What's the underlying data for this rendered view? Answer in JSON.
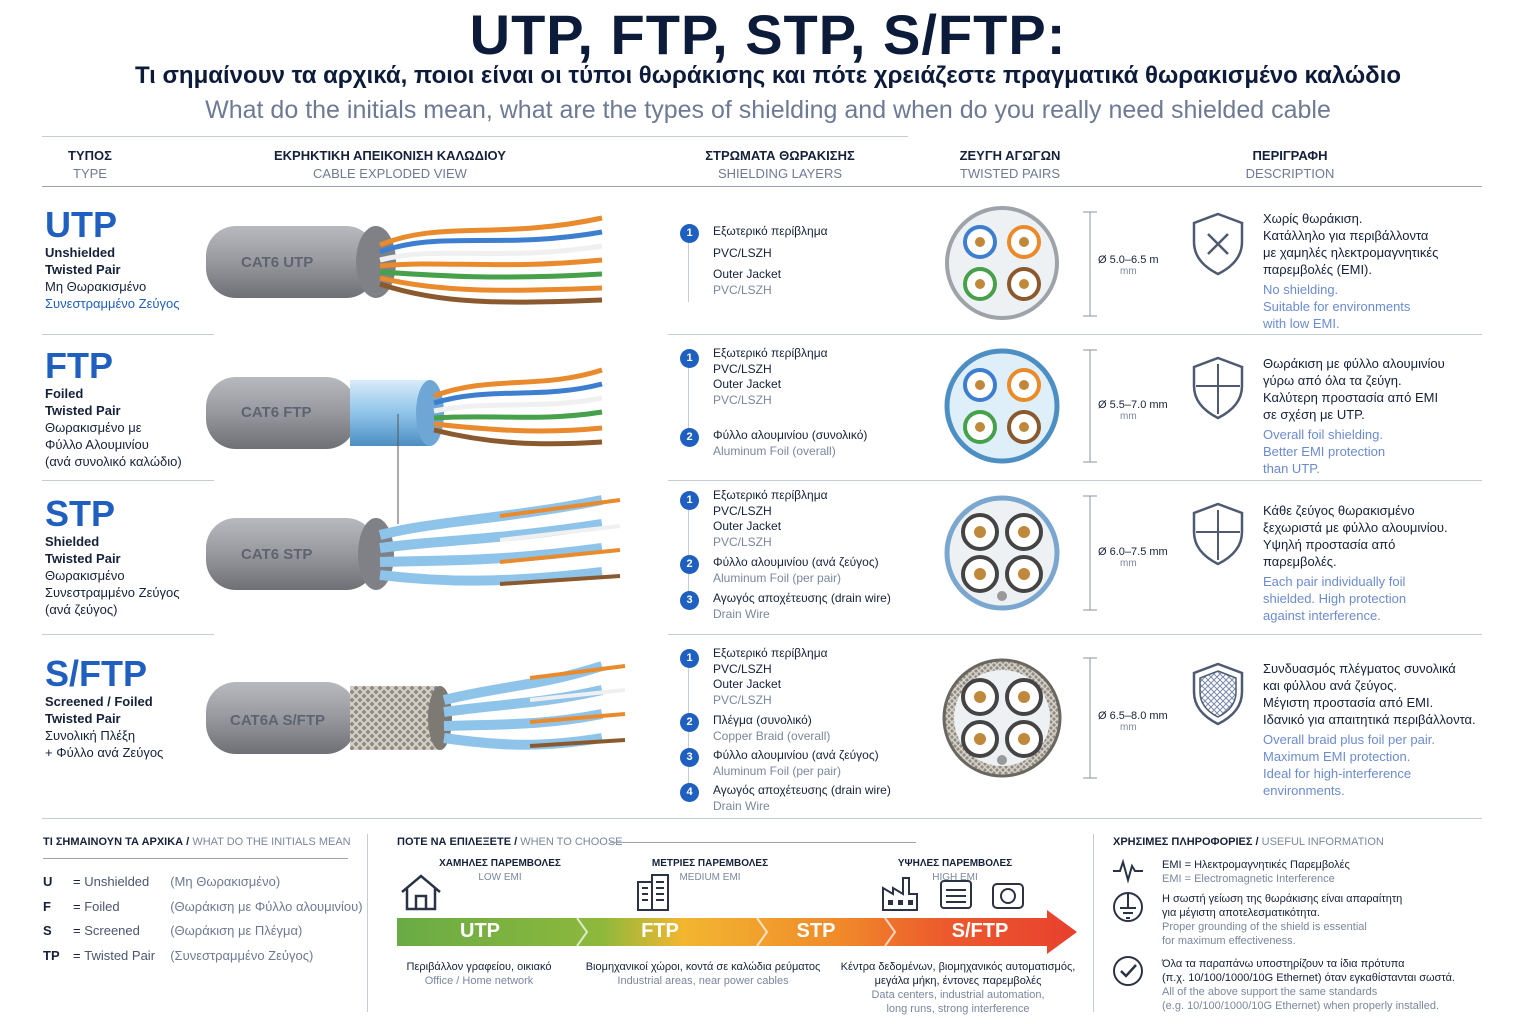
{
  "header": {
    "title": "UTP, FTP, STP, S/FTP:",
    "subtitle_el": "Τι σημαίνουν τα αρχικά, ποιοι είναι οι τύποι θωράκισης και πότε χρειάζεστε πραγματικά θωρακισμένο καλώδιο",
    "subtitle_en": "What do the initials mean, what are the types of shielding and when do you really need shielded cable"
  },
  "columns": [
    {
      "el": "ΤΥΠΟΣ",
      "en": "TYPE"
    },
    {
      "el": "ΕΚΡΗΚΤΙΚΗ ΑΠΕΙΚΟΝΙΣΗ ΚΑΛΩΔΙΟΥ",
      "en": "CABLE EXPLODED VIEW"
    },
    {
      "el": "ΣΤΡΩΜΑΤΑ ΘΩΡΑΚΙΣΗΣ",
      "en": "SHIELDING LAYERS"
    },
    {
      "el": "ΖΕΥΓΗ ΑΓΩΓΩΝ",
      "en": "TWISTED PAIRS"
    },
    {
      "el": "ΠΕΡΙΓΡΑΦΗ",
      "en": "DESCRIPTION"
    }
  ],
  "rows": [
    {
      "name": "UTP",
      "name_en_1": "Unshielded",
      "name_en_2": "Twisted Pair",
      "name_el_1": "Μη Θωρακισμένο",
      "name_el_2": "Συνεστραμμένο Ζεύγος",
      "name_el_3": "",
      "cable_label": "CAT6 UTP",
      "layers": [
        {
          "num": "1",
          "el": "Εξωτερικό περίβλημα",
          "el2": "PVC/LSZH",
          "en": "Outer Jacket",
          "en2": "PVC/LSZH"
        }
      ],
      "diameter": "Ø 5.0–6.5 m",
      "diameter_unit": "mm",
      "desc_el": [
        "Χωρίς θωράκιση.",
        "Κατάλληλο για περιβάλλοντα",
        "με χαμηλές ηλεκτρομαγνητικές",
        "παρεμβολές (EMI)."
      ],
      "desc_en": [
        "No shielding.",
        "Suitable for environments",
        "with low EMI."
      ]
    },
    {
      "name": "FTP",
      "name_en_1": "Foiled",
      "name_en_2": "Twisted Pair",
      "name_el_1": "Θωρακισμένο με",
      "name_el_2": "Φύλλο Αλουμινίου",
      "name_el_3": "(ανά συνολικό καλώδιο)",
      "cable_label": "CAT6 FTP",
      "layers": [
        {
          "num": "1",
          "el": "Εξωτερικό περίβλημα",
          "el2": "PVC/LSZH",
          "en": "Outer Jacket",
          "en2": "PVC/LSZH"
        },
        {
          "num": "2",
          "el": "Φύλλο αλουμινίου (συνολικό)",
          "el2": "",
          "en": "Aluminum Foil (overall)",
          "en2": ""
        }
      ],
      "diameter": "Ø 5.5–7.0 mm",
      "diameter_unit": "mm",
      "desc_el": [
        "Θωράκιση με φύλλο αλουμινίου",
        "γύρω από όλα τα ζεύγη.",
        "Καλύτερη προστασία από EMI",
        "σε σχέση με UTP."
      ],
      "desc_en": [
        "Overall foil shielding.",
        "Better EMI protection",
        "than UTP."
      ]
    },
    {
      "name": "STP",
      "name_en_1": "Shielded",
      "name_en_2": "Twisted Pair",
      "name_el_1": "Θωρακισμένο",
      "name_el_2": "Συνεστραμμένο Ζεύγος",
      "name_el_3": "(ανά ζεύγος)",
      "cable_label": "CAT6 STP",
      "layers": [
        {
          "num": "1",
          "el": "Εξωτερικό περίβλημα",
          "el2": "PVC/LSZH",
          "en": "Outer Jacket",
          "en2": "PVC/LSZH"
        },
        {
          "num": "2",
          "el": "Φύλλο αλουμινίου (ανά ζεύγος)",
          "el2": "",
          "en": "Aluminum Foil (per pair)",
          "en2": ""
        },
        {
          "num": "3",
          "el": "Αγωγός αποχέτευσης (drain wire)",
          "el2": "",
          "en": "Drain Wire",
          "en2": ""
        }
      ],
      "diameter": "Ø 6.0–7.5 mm",
      "diameter_unit": "mm",
      "desc_el": [
        "Κάθε ζεύγος θωρακισμένο",
        "ξεχωριστά με φύλλο αλουμινίου.",
        "Υψηλή προστασία από",
        "παρεμβολές."
      ],
      "desc_en": [
        "Each pair individually foil",
        "shielded. High protection",
        "against interference."
      ]
    },
    {
      "name": "S/FTP",
      "name_en_1": "Screened / Foiled",
      "name_en_2": "Twisted Pair",
      "name_el_1": "Συνολική Πλέξη",
      "name_el_2": "+ Φύλλο ανά Ζεύγος",
      "name_el_3": "",
      "cable_label": "CAT6A S/FTP",
      "layers": [
        {
          "num": "1",
          "el": "Εξωτερικό περίβλημα",
          "el2": "PVC/LSZH",
          "en": "Outer Jacket",
          "en2": "PVC/LSZH"
        },
        {
          "num": "2",
          "el": "Πλέγμα (συνολικό)",
          "el2": "",
          "en": "Copper Braid (overall)",
          "en2": ""
        },
        {
          "num": "3",
          "el": "Φύλλο αλουμινίου (ανά ζεύγος)",
          "el2": "",
          "en": "Aluminum Foil (per pair)",
          "en2": ""
        },
        {
          "num": "4",
          "el": "Αγωγός αποχέτευσης (drain wire)",
          "el2": "",
          "en": "Drain Wire",
          "en2": ""
        }
      ],
      "diameter": "Ø 6.5–8.0 mm",
      "diameter_unit": "mm",
      "desc_el": [
        "Συνδυασμός πλέγματος συνολικά",
        "και φύλλου ανά ζεύγος.",
        "Μέγιστη προστασία από EMI.",
        "Ιδανικό για απαιτητικά περιβάλλοντα."
      ],
      "desc_en": [
        "Overall braid plus foil per pair.",
        "Maximum EMI protection.",
        "Ideal for high-interference",
        "environments."
      ]
    }
  ],
  "initials": {
    "title_el": "ΤΙ ΣΗΜΑΙΝΟΥΝ ΤΑ ΑΡΧΙΚΑ /",
    "title_en": "WHAT DO THE INITIALS MEAN",
    "items": [
      {
        "k": "U",
        "en": "Unshielded",
        "el": "(Μη Θωρακισμένο)"
      },
      {
        "k": "F",
        "en": "Foiled",
        "el": "(Θωράκιση με Φύλλο αλουμινίου)"
      },
      {
        "k": "S",
        "en": "Screened",
        "el": "(Θωράκιση με Πλέγμα)"
      },
      {
        "k": "TP",
        "en": "Twisted Pair",
        "el": "(Συνεστραμμένο Ζεύγος)"
      }
    ]
  },
  "choose": {
    "title_el": "ΠΟΤΕ ΝΑ ΕΠΙΛΕΞΕΤΕ /",
    "title_en": "WHEN TO CHOOSE",
    "levels": [
      {
        "el": "ΧΑΜΗΛΕΣ ΠΑΡΕΜΒΟΛΕΣ",
        "en": "LOW EMI"
      },
      {
        "el": "ΜΕΤΡΙΕΣ ΠΑΡΕΜΒΟΛΕΣ",
        "en": "MEDIUM EMI"
      },
      {
        "el": "ΥΨΗΛΕΣ ΠΑΡΕΜΒΟΛΕΣ",
        "en": "HIGH EMI"
      }
    ],
    "bar": [
      "UTP",
      "FTP",
      "STP",
      "S/FTP"
    ],
    "envs": [
      {
        "a": "Περιβάλλον γραφείου, οικιακό",
        "b": "Office / Home network"
      },
      {
        "a": "Βιομηχανικοί χώροι, κοντά σε καλώδια ρεύματος",
        "b": "Industrial areas, near power cables"
      },
      {
        "a": "Κέντρα δεδομένων, βιομηχανικός αυτοματισμός,",
        "a2": "μεγάλα μήκη, έντονες παρεμβολές",
        "b": "Data centers, industrial automation,",
        "b2": "long runs, strong interference"
      }
    ],
    "colors": {
      "green": "#6aab45",
      "yellow": "#f2b630",
      "orange": "#f08a2a",
      "red": "#e8402f"
    }
  },
  "useful": {
    "title_el": "ΧΡΗΣΙΜΕΣ ΠΛΗΡΟΦΟΡΙΕΣ /",
    "title_en": "USEFUL INFORMATION",
    "items": [
      {
        "a": "EMI = Ηλεκτρομαγνητικές Παρεμβολές",
        "b": "EMI = Electromagnetic Interference"
      },
      {
        "a": "Η σωστή γείωση της θωράκισης είναι απαραίτητη",
        "a2": "για μέγιστη αποτελεσματικότητα.",
        "b": "Proper grounding of the shield is essential",
        "b2": "for maximum effectiveness."
      },
      {
        "a": "Όλα τα παραπάνω υποστηρίζουν τα ίδια πρότυπα",
        "a2": "(π.χ. 10/100/1000/10G Ethernet) όταν εγκαθίστανται σωστά.",
        "b": "All of the above support the same standards",
        "b2": "(e.g. 10/100/1000/10G Ethernet) when properly installed."
      }
    ]
  },
  "icons": [
    "shield-x-icon",
    "shield-cross-icon",
    "shield-mesh-icon",
    "house-icon",
    "factory-icon",
    "server-icon",
    "pulse-icon",
    "ground-icon",
    "check-circle-icon"
  ]
}
